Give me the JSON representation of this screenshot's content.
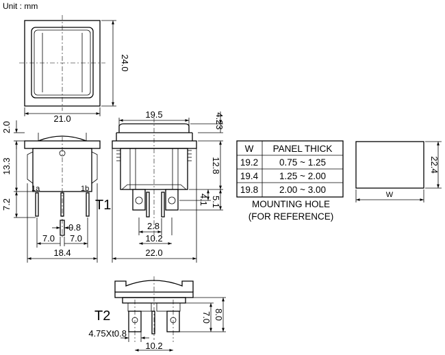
{
  "unit_label": "Unit : mm",
  "top_view": {
    "width_dim": "21.0",
    "height_dim": "24.0"
  },
  "side_view": {
    "height_upper": "2.0",
    "height_body": "13.3",
    "height_pins": "7.2",
    "terminal_left": "1a",
    "terminal_right": "1b",
    "pin_width": "0.8",
    "pitch_left": "7.0",
    "pitch_right": "7.0",
    "overall_width": "18.4"
  },
  "front_view": {
    "top_width": "19.5",
    "top_height": "4.23",
    "body_height": "12.8",
    "hole_offset_a": "4.1",
    "hole_offset_b": "5.1",
    "pin_spacing": "2.8",
    "pin_pitch": "10.2",
    "overall_width": "22.0",
    "variant_label": "T1"
  },
  "panel_table": {
    "header_w": "W",
    "header_thick": "PANEL THICK",
    "rows": [
      {
        "w": "19.2",
        "thick": "0.75 ~ 1.25"
      },
      {
        "w": "19.4",
        "thick": "1.25 ~ 2.00"
      },
      {
        "w": "19.8",
        "thick": "2.00 ~ 3.00"
      }
    ],
    "caption": "MOUNTING HOLE",
    "sub_caption": "(FOR REFERENCE)"
  },
  "mounting_hole": {
    "width_label": "W",
    "height_dim": "22.4"
  },
  "t2_view": {
    "variant_label": "T2",
    "height_a": "7.0",
    "height_b": "8.0",
    "tab_size": "4.75Xt0.8",
    "pin_pitch": "10.2"
  }
}
